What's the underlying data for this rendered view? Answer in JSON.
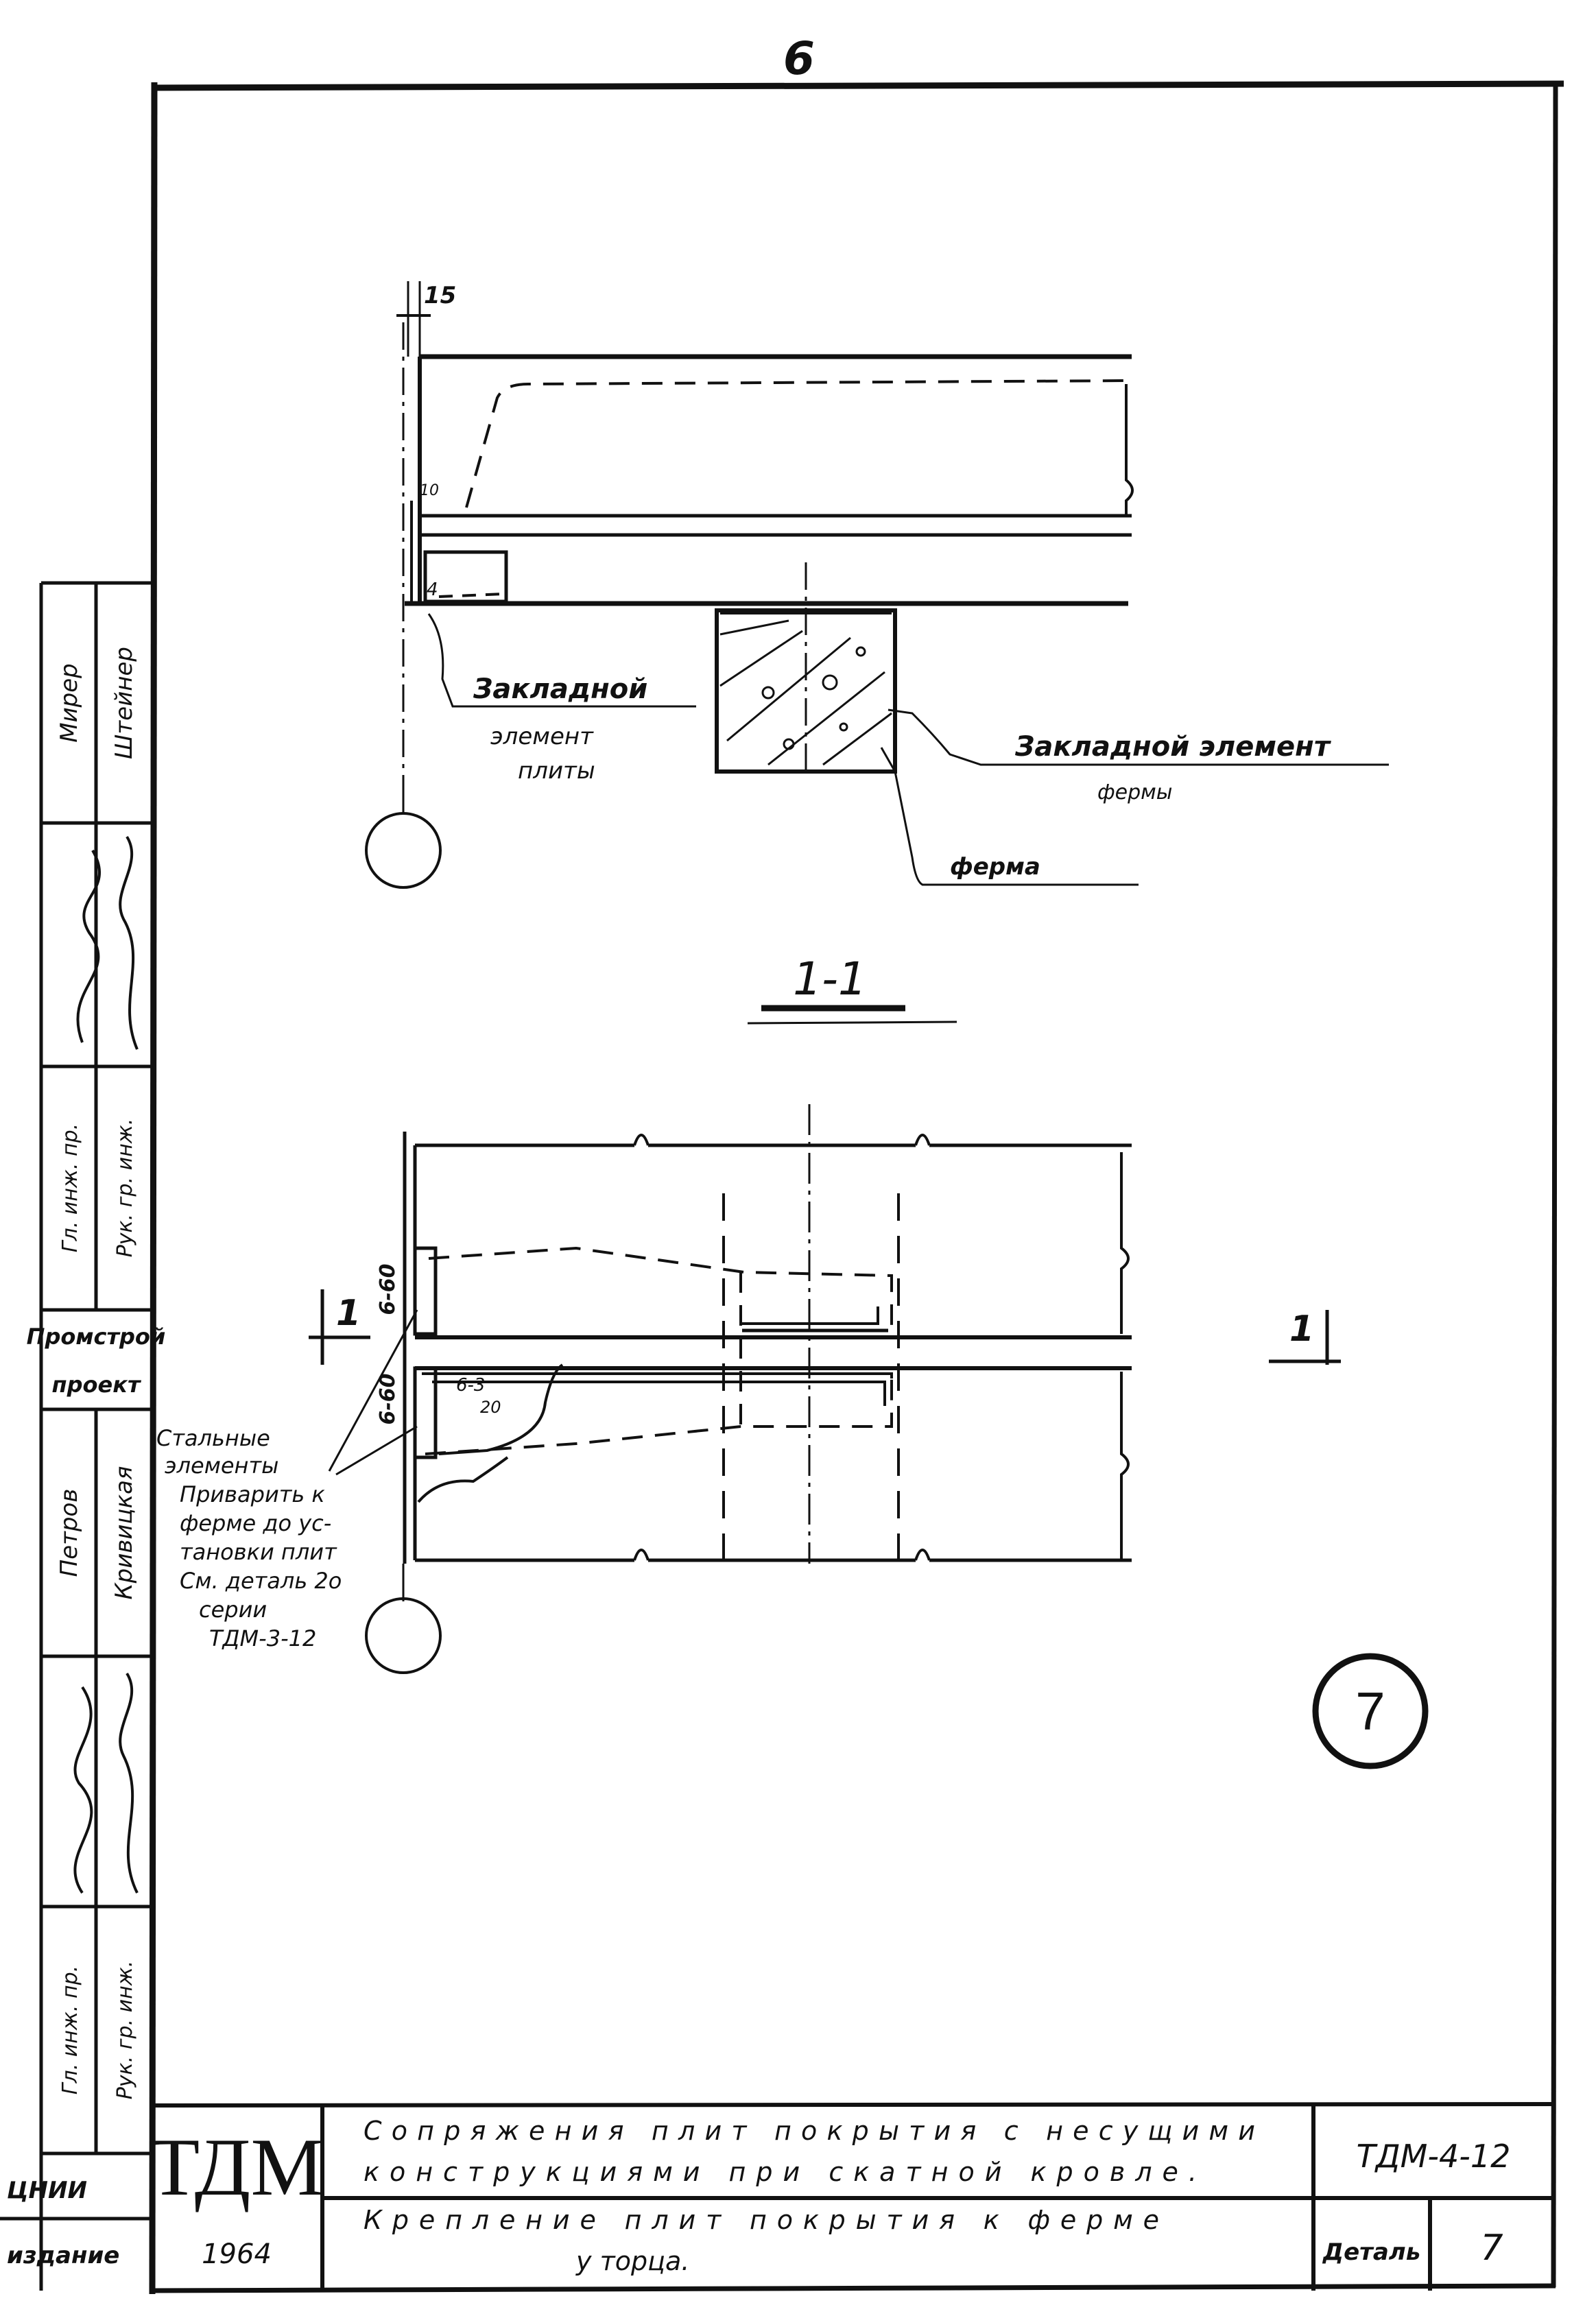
{
  "sheet": {
    "page_number": "6"
  },
  "section_a": {
    "dimension_15": "15",
    "dimension_10": "10",
    "marker_4": "4",
    "callouts": {
      "plate_embed": [
        "Закладной",
        "элемент",
        "плиты"
      ],
      "truss_embed": [
        "Закладной элемент",
        "фермы"
      ],
      "truss": "ферма"
    }
  },
  "section_title": "1-1",
  "plan": {
    "dimension_upper": "6-60",
    "dimension_lower": "6-60",
    "inner_label_1": "6-3",
    "inner_label_2": "20",
    "cut_mark_left": "1",
    "cut_mark_right": "1",
    "note_steel": [
      "Стальные",
      "элементы"
    ],
    "note_weld": [
      "Приварить к",
      "ферме до ус-",
      "тановки плит",
      "См. деталь 2о",
      "серии",
      "ТДМ-3-12"
    ]
  },
  "detail_number": "7",
  "stamp_strip": {
    "names_top": [
      "Мирер",
      "Штейнер"
    ],
    "titles_mid": [
      "Гл. инж. пр.",
      "Рук. гр. инж."
    ],
    "org": [
      "Промстрой",
      "проект"
    ],
    "names_bottom": [
      "Петров",
      "Кривицкая"
    ],
    "titles_bottom": [
      "Гл. инж. пр.",
      "Рук. гр. инж."
    ],
    "footer": [
      "ЦНИИ",
      "издание"
    ]
  },
  "title_block": {
    "logo": "ТДМ",
    "year": "1964",
    "title_line1": "Сопряжения плит покрытия с несущими",
    "title_line2": "конструкциями при скатной кровле.",
    "subtitle_line1": "Крепление плит покрытия к ферме",
    "subtitle_line2": "у торца.",
    "series": "ТДМ-4-12",
    "detail_label": "Деталь",
    "detail_value": "7"
  }
}
